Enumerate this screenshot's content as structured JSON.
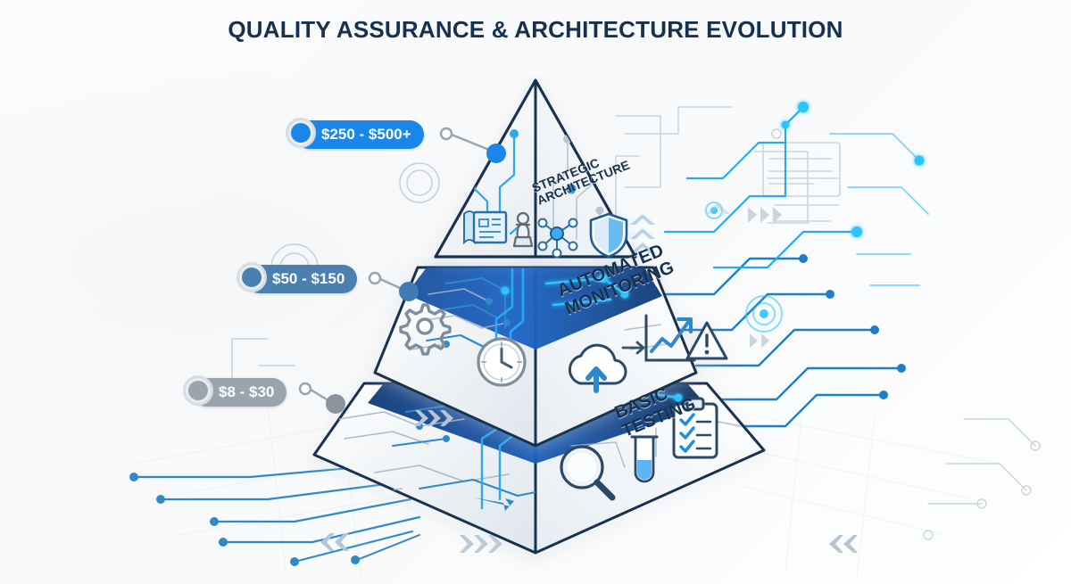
{
  "header": {
    "title": "QUALITY ASSURANCE & ARCHITECTURE EVOLUTION"
  },
  "colors": {
    "title": "#16304f",
    "accent_bright_blue": "#1a86e8",
    "accent_steel_blue": "#4a7fb0",
    "accent_gray": "#9aa4ad",
    "outline_navy": "#16304f",
    "glow_cyan": "#29c4ff",
    "band_dark_navy": "#14407c",
    "background": "#f8fafc"
  },
  "pyramid": {
    "tiers": [
      {
        "id": "top",
        "name": "strategic-architecture",
        "label_line1": "STRATEGIC",
        "label_line2": "ARCHITECTURE",
        "price_badge": "$250 - $500+",
        "badge_color": "#1a86e8",
        "connector_dot_color": "#1a86e8",
        "icons": [
          "blueprint-icon",
          "chess-piece-icon",
          "network-nodes-icon",
          "shield-icon"
        ]
      },
      {
        "id": "middle",
        "name": "automated-monitoring",
        "label_line1": "AUTOMATED",
        "label_line2": "MONITORING",
        "price_badge": "$50 - $150",
        "badge_color": "#4a7fb0",
        "connector_dot_color": "#3f7bb4",
        "icons": [
          "gear-icon",
          "clock-icon",
          "cloud-upload-icon",
          "line-chart-arrow-icon",
          "warning-triangle-icon"
        ]
      },
      {
        "id": "bottom",
        "name": "basic-testing",
        "label_line1": "BASIC",
        "label_line2": "TESTING",
        "price_badge": "$8 - $30",
        "badge_color": "#9aa4ad",
        "connector_dot_color": "#8b949d",
        "icons": [
          "magnifier-icon",
          "test-tube-icon",
          "clipboard-checklist-icon"
        ]
      }
    ]
  },
  "chart_data": {
    "type": "pyramid",
    "title": "QUALITY ASSURANCE & ARCHITECTURE EVOLUTION",
    "categories": [
      "BASIC TESTING",
      "AUTOMATED MONITORING",
      "STRATEGIC ARCHITECTURE"
    ],
    "value_labels": [
      "$8 - $30",
      "$50 - $150",
      "$250 - $500+"
    ],
    "ranges": [
      {
        "tier": "BASIC TESTING",
        "min": 8,
        "max": 30,
        "open_ended": false
      },
      {
        "tier": "AUTOMATED MONITORING",
        "min": 50,
        "max": 150,
        "open_ended": false
      },
      {
        "tier": "STRATEGIC ARCHITECTURE",
        "min": 250,
        "max": 500,
        "open_ended": true
      }
    ],
    "unit": "USD",
    "order": "bottom-to-top",
    "legend": "none",
    "xlabel": "",
    "ylabel": ""
  }
}
